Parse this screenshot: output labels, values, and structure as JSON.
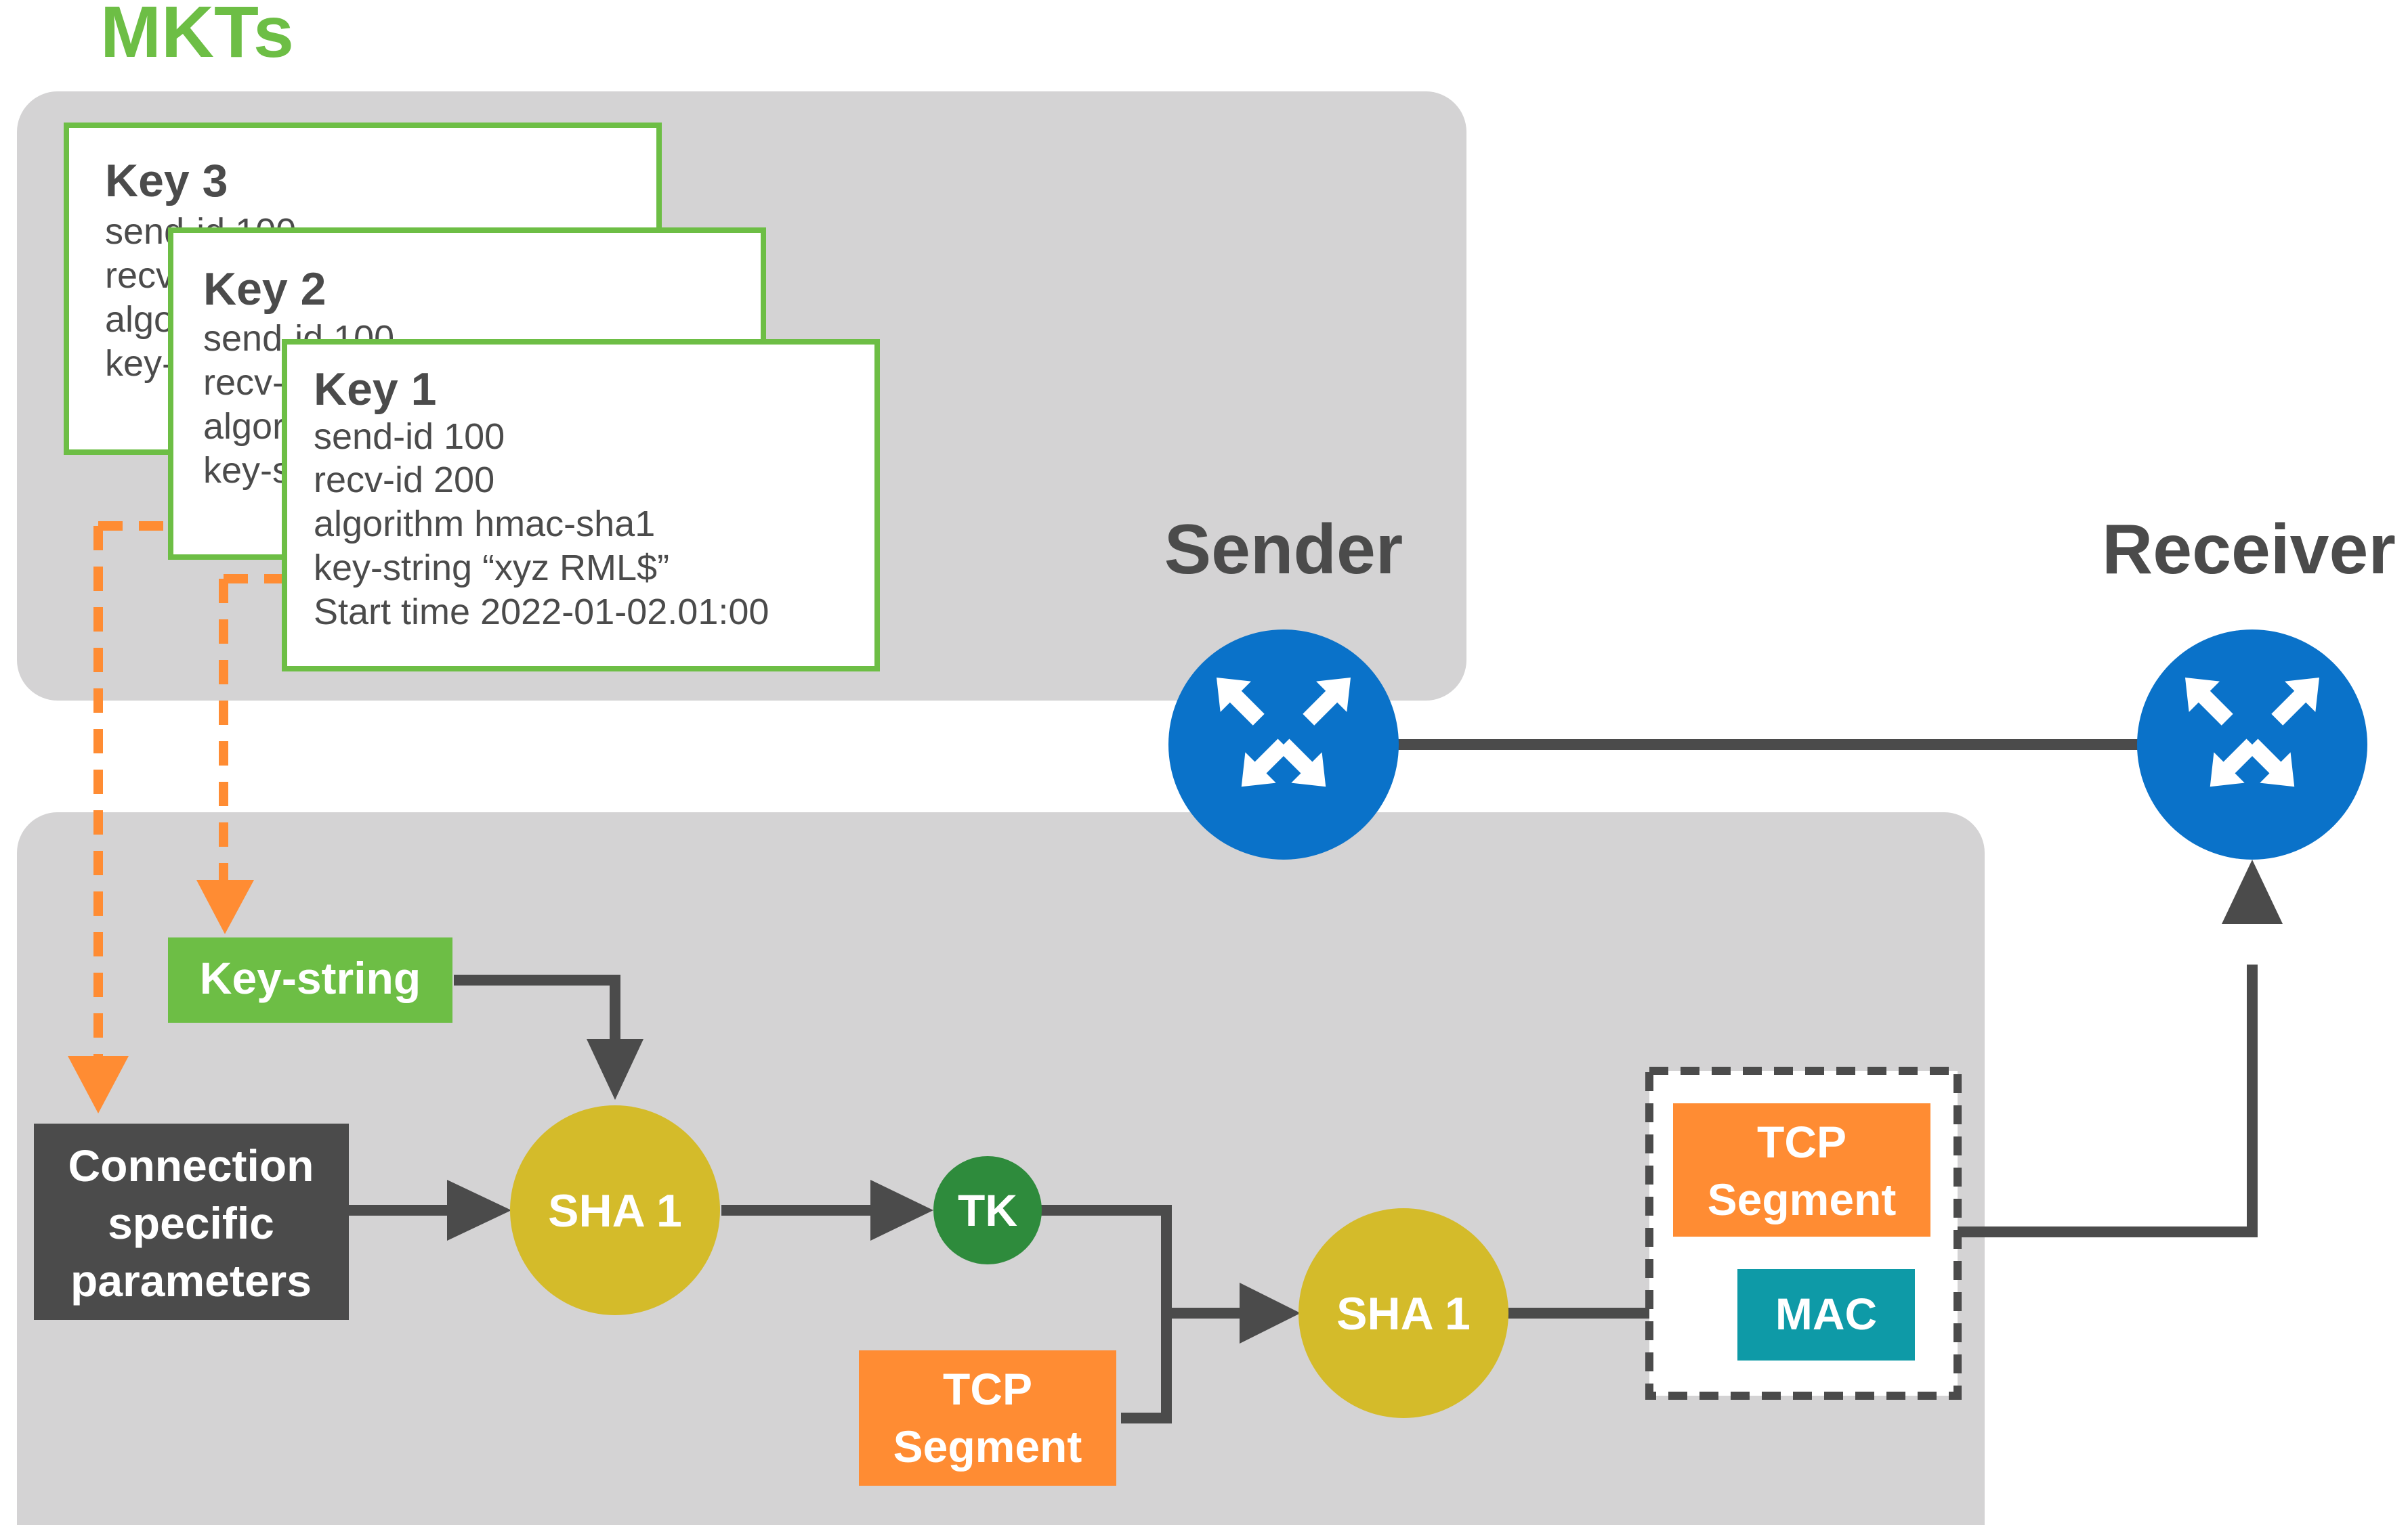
{
  "title": "MKTs",
  "colors": {
    "green": "#6dbe45",
    "dark_green": "#2e8b3c",
    "orange": "#ff8c33",
    "gray_panel": "#d4d3d4",
    "dark_gray": "#4b4b4b",
    "yellow": "#d4bb2a",
    "teal": "#0e9aa7",
    "blue": "#0a72c9"
  },
  "keys": [
    {
      "title": "Key 3",
      "lines": [
        "send-id 100",
        "recv-id 200",
        "algorithm hmac-sha1",
        "key-string"
      ]
    },
    {
      "title": "Key 2",
      "lines": [
        "send-id 100",
        "recv-id 200",
        "algorithm hmac-sha1",
        "key-string"
      ]
    },
    {
      "title": "Key 1",
      "lines": [
        "send-id 100",
        "recv-id 200",
        "algorithm hmac-sha1",
        "key-string “xyz RML$”",
        "Start time 2022-01-02.01:00"
      ]
    }
  ],
  "routers": {
    "sender_label": "Sender",
    "receiver_label": "Receiver",
    "icon": "router-icon"
  },
  "flow": {
    "key_string": "Key-string",
    "connection_params": [
      "Connection",
      "specific",
      "parameters"
    ],
    "sha1_first": "SHA 1",
    "tk": "TK",
    "tcp_segment_input": [
      "TCP",
      "Segment"
    ],
    "sha1_second": "SHA 1",
    "tcp_segment_output": [
      "TCP",
      "Segment"
    ],
    "mac": "MAC"
  }
}
